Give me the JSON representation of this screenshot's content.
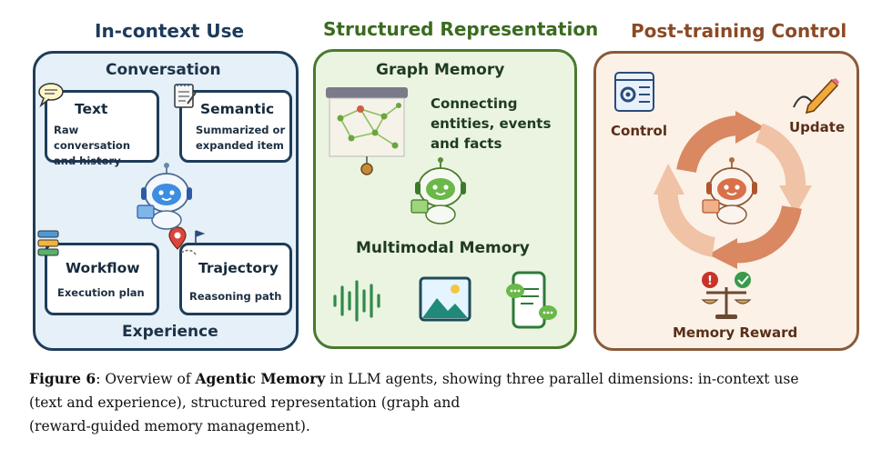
{
  "colors": {
    "panel1_border": "#1f3d5a",
    "panel1_fill": "#e5f0f8",
    "panel2_border": "#4a7a2e",
    "panel2_fill": "#eaf4e0",
    "panel3_border": "#8a5a3a",
    "panel3_fill": "#fbf1e7",
    "title1": "#1d3a5c",
    "title2": "#3a6b1f",
    "title3": "#8b4a24"
  },
  "panels": {
    "in_context": {
      "title": "In-context Use",
      "conversation_heading": "Conversation",
      "experience_heading": "Experience",
      "cards": [
        {
          "title": "Text",
          "subtitle": "Raw conversation and history",
          "icon": "chat-icon"
        },
        {
          "title": "Semantic",
          "subtitle": "Summarized or expanded item",
          "icon": "notepad-icon"
        },
        {
          "title": "Workflow",
          "subtitle": "Execution plan",
          "icon": "workflow-icon"
        },
        {
          "title": "Trajectory",
          "subtitle": "Reasoning path",
          "icon": "map-pin-icon"
        }
      ]
    },
    "structured": {
      "title": "Structured Representation",
      "graph_heading": "Graph Memory",
      "graph_text": "Connecting entities, events and facts",
      "multimodal_heading": "Multimodal Memory",
      "icons": [
        "graph-board-icon",
        "robot-icon",
        "audio-wave-icon",
        "image-icon",
        "phone-chat-icon"
      ]
    },
    "post_training": {
      "title": "Post-training Control",
      "control_label": "Control",
      "update_label": "Update",
      "reward_label": "Memory Reward",
      "icons": [
        "settings-window-icon",
        "pencil-icon",
        "cycle-arrows-icon",
        "robot-icon",
        "balance-scale-icon"
      ]
    }
  },
  "caption": {
    "figure_label": "Figure 6",
    "pre": ": Overview of ",
    "bold_term": "Agentic Memory",
    "line1_rest": " in LLM agents, showing three parallel dimensions: in-context use",
    "line2": "(text and experience), structured representation (graph and",
    "line3": "(reward-guided memory management)."
  }
}
